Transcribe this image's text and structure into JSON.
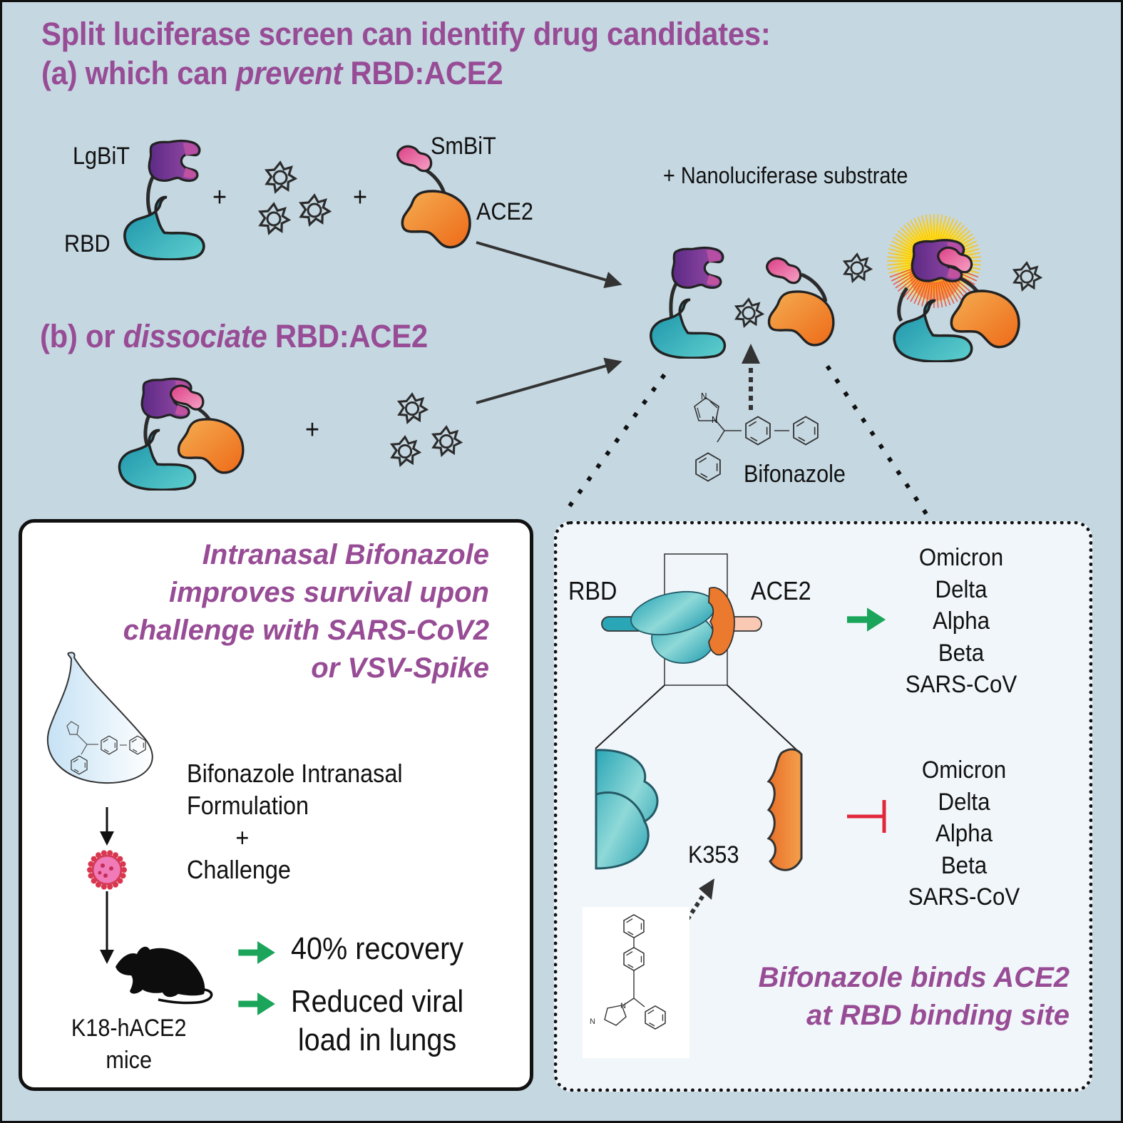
{
  "title": {
    "line1": "Split luciferase screen can identify drug candidates:",
    "line2_prefix": "(a) which can ",
    "line2_emph": "prevent",
    "line2_suffix": " RBD:ACE2"
  },
  "section_b": {
    "prefix": "(b) or ",
    "emph": "dissociate",
    "suffix": " RBD:ACE2"
  },
  "labels": {
    "lgbit": "LgBiT",
    "rbd": "RBD",
    "smbit": "SmBiT",
    "ace2": "ACE2",
    "plus": "+",
    "substrate": "+ Nanoluciferase substrate",
    "bifonazole": "Bifonazole",
    "atom_n": "N"
  },
  "left_panel": {
    "heading": [
      "Intranasal Bifonazole",
      "improves survival upon",
      "challenge with SARS-CoV2",
      "or VSV-Spike"
    ],
    "formulation": [
      "Bifonazole Intranasal",
      "Formulation",
      "+",
      "Challenge"
    ],
    "model": [
      "K18-hACE2",
      "mice"
    ],
    "outcomes": [
      "40% recovery",
      "Reduced viral",
      "load in lungs"
    ]
  },
  "right_panel": {
    "rbd_label": "RBD",
    "ace2_label": "ACE2",
    "residue_label": "K353",
    "variants_binding": [
      "Omicron",
      "Delta",
      "Alpha",
      "Beta",
      "SARS-CoV"
    ],
    "variants_blocked": [
      "Omicron",
      "Delta",
      "Alpha",
      "Beta",
      "SARS-CoV"
    ],
    "heading": [
      "Bifonazole binds ACE2",
      "at RBD binding site"
    ]
  },
  "colors": {
    "title_purple": "#974c95",
    "background": "#c5d7e1",
    "rbd_teal": "#1c9aae",
    "ace2_orange": "#f08a2c",
    "lgbit_purple": "#6f3590",
    "smbit_pink": "#e45a97",
    "arrow_green": "#1aa55a",
    "inhibit_red": "#e0283a"
  }
}
